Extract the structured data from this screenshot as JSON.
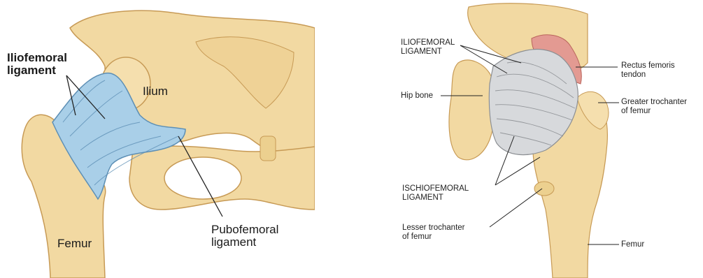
{
  "left_figure": {
    "labels": {
      "iliofemoral_line1": "Iliofemoral",
      "iliofemoral_line2": "ligament",
      "ilium": "Ilium",
      "pubofemoral_line1": "Pubofemoral",
      "pubofemoral_line2": "ligament",
      "femur": "Femur"
    }
  },
  "right_figure": {
    "labels": {
      "iliofemoral_line1": "ILIOFEMORAL",
      "iliofemoral_line2": "LIGAMENT",
      "hip_bone": "Hip bone",
      "ischiofemoral_line1": "ISCHIOFEMORAL",
      "ischiofemoral_line2": "LIGAMENT",
      "lesser_trochanter_line1": "Lesser trochanter",
      "lesser_trochanter_line2": "of femur",
      "rectus_femoris_line1": "Rectus femoris",
      "rectus_femoris_line2": "tendon",
      "greater_trochanter_line1": "Greater trochanter",
      "greater_trochanter_line2": "of femur",
      "femur": "Femur"
    }
  },
  "colors": {
    "bone": "#f2d9a2",
    "bone_shadow": "#d9b46e",
    "ligament_blue": "#a9cfe8",
    "ligament_grey": "#d7d9dc",
    "tendon_red": "#e39a92"
  }
}
